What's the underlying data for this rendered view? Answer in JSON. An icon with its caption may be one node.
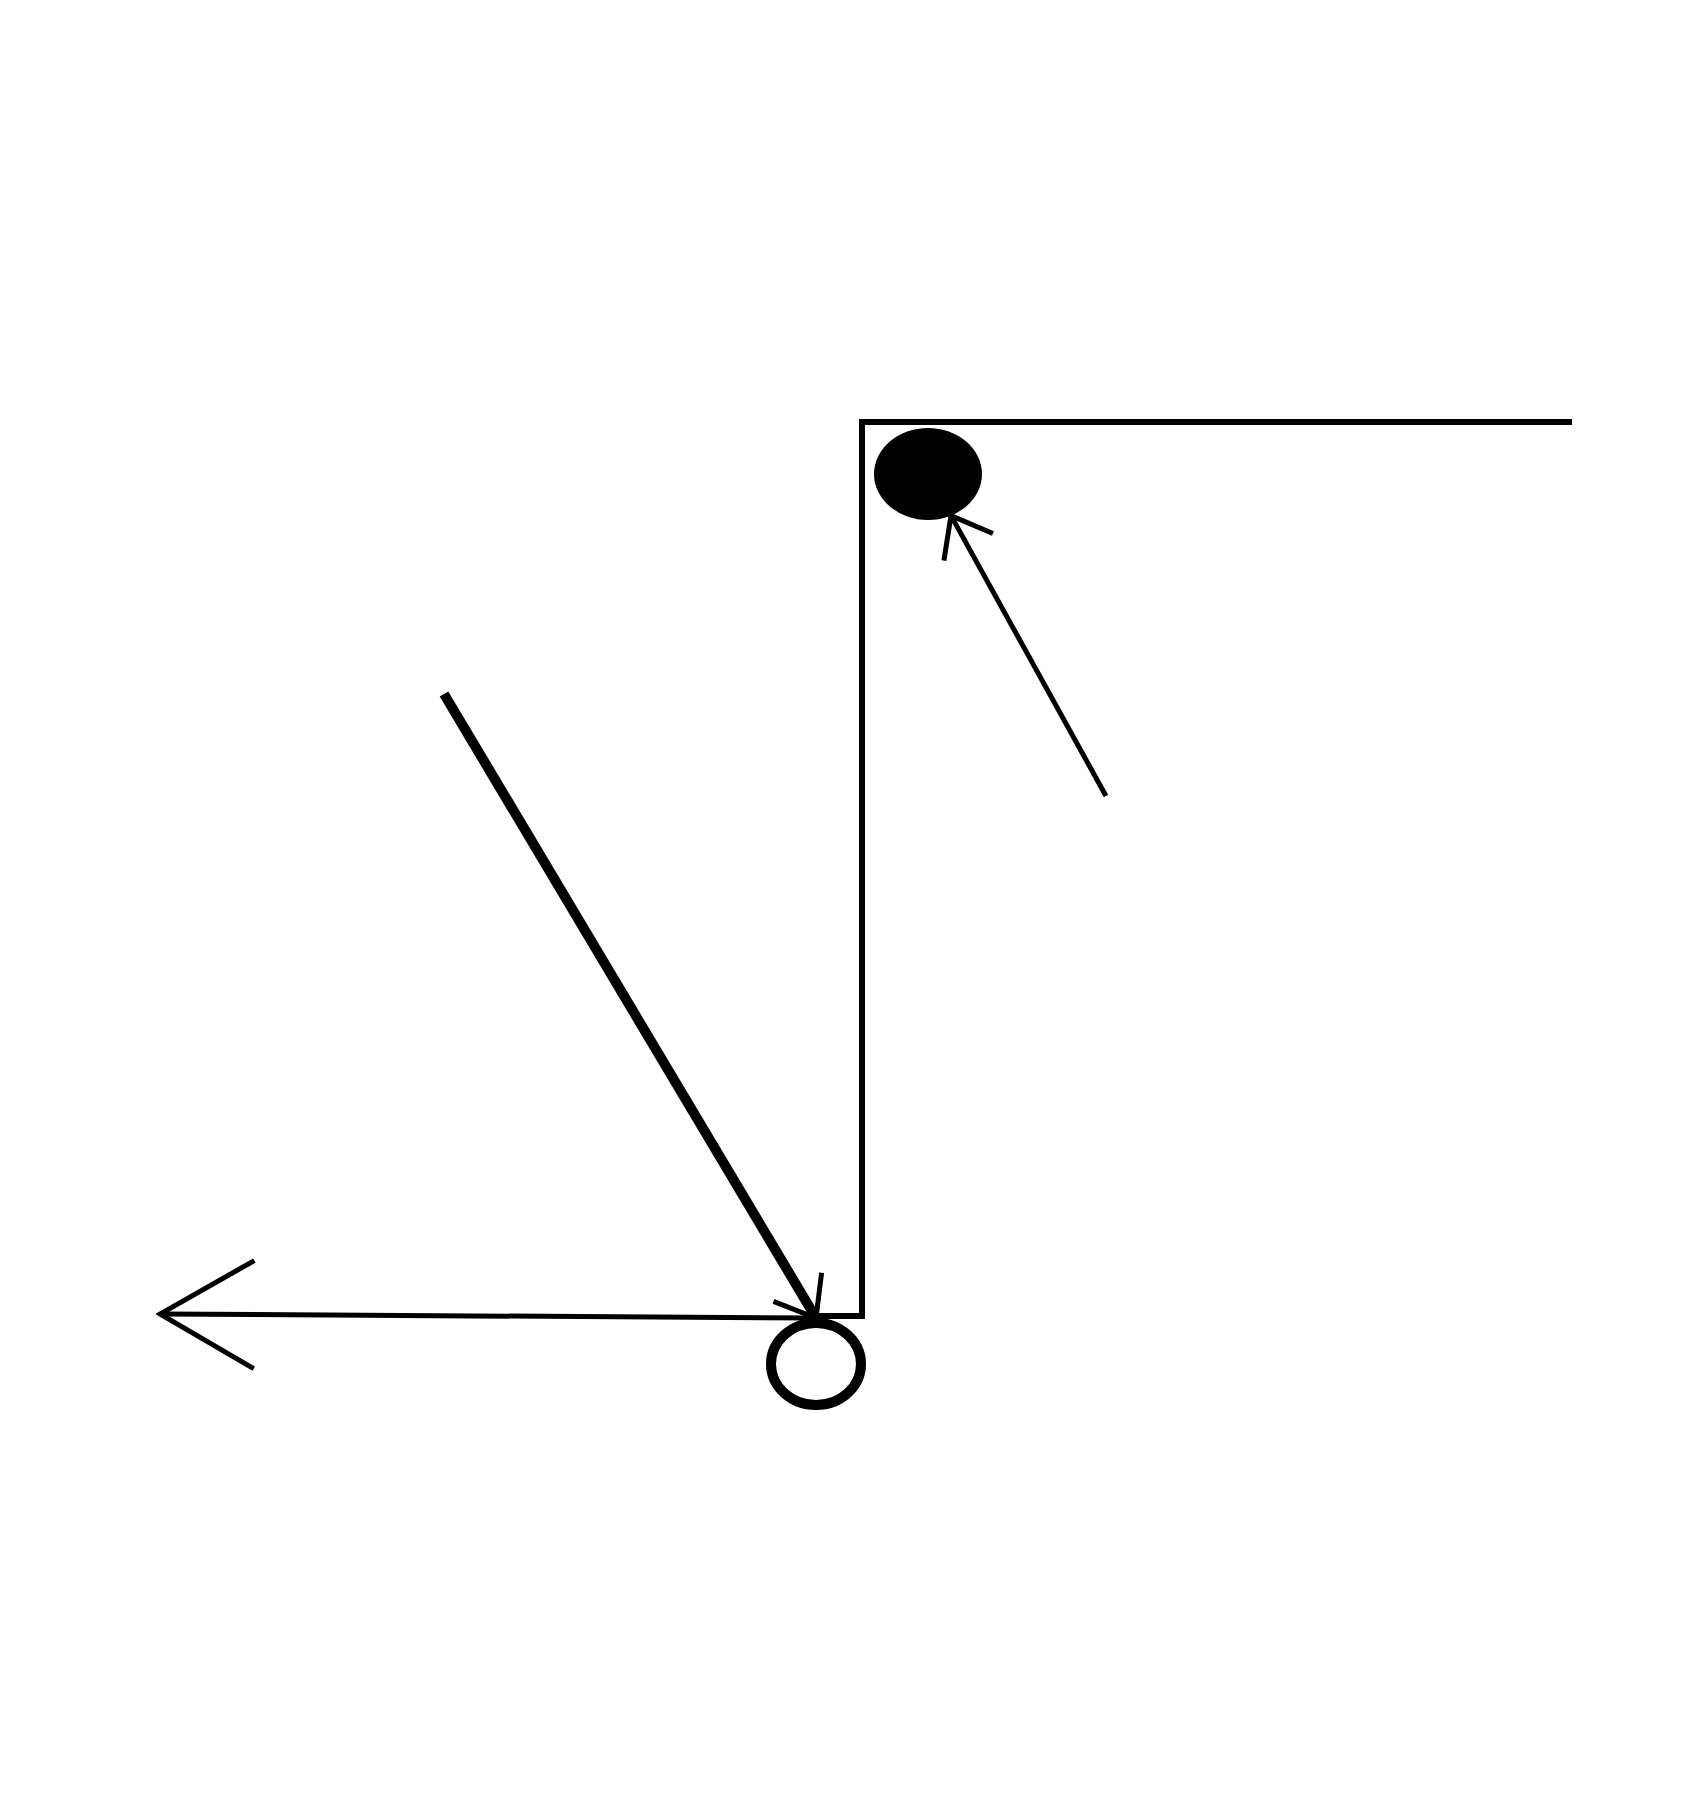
{
  "diagram": {
    "nodes": [
      {
        "text": [],
        "shape": "circle"
      },
      {
        "text": [],
        "shape": "circle"
      }
    ],
    "edges": [
      {
        "from": null,
        "to": 0,
        "arrow": "to"
      },
      {
        "from": null,
        "to": 1,
        "arrow": "to",
        "style": "thick"
      },
      {
        "from": 1,
        "to": null,
        "arrow": "to"
      }
    ]
  }
}
